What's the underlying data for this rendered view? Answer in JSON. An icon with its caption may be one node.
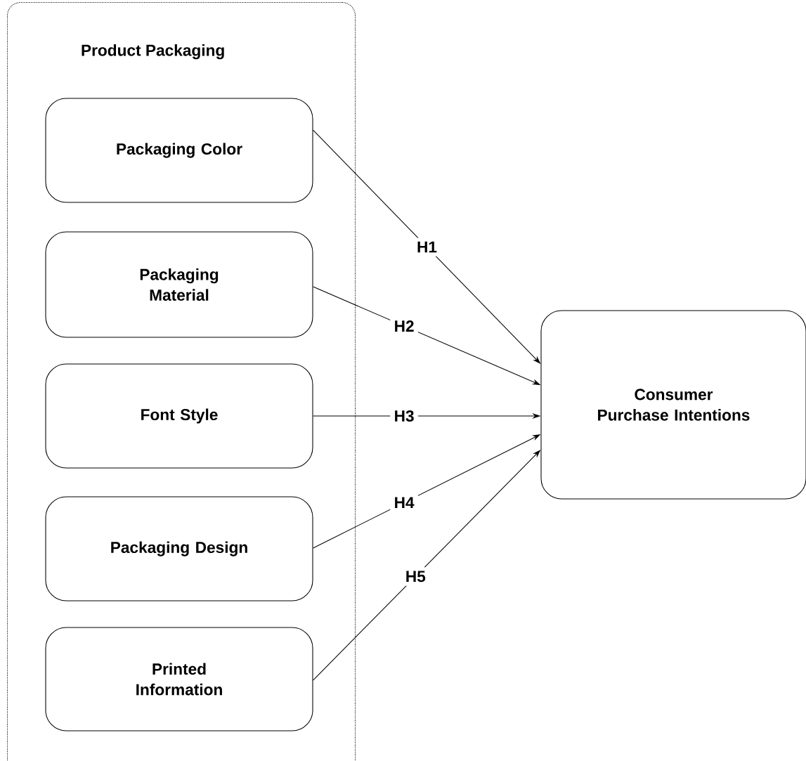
{
  "diagram": {
    "nodes": [
      {
        "text": [
          "Product Packaging"
        ]
      },
      {
        "text": [
          "Packaging Color"
        ],
        "in": 0
      },
      {
        "text": [
          "Packaging Material"
        ],
        "in": 0
      },
      {
        "text": [
          "Font Style"
        ],
        "in": 0
      },
      {
        "text": [
          "Packaging Design"
        ],
        "in": 0
      },
      {
        "text": [
          "Printed Information"
        ],
        "in": 0
      },
      {
        "text": [
          "Consumer Purchase Intentions"
        ]
      }
    ],
    "edges": [
      {
        "from": 1,
        "to": 6,
        "arrow": "to",
        "label": "H1"
      },
      {
        "from": 2,
        "to": 6,
        "arrow": "to",
        "label": "H2"
      },
      {
        "from": 3,
        "to": 6,
        "arrow": "to",
        "label": "H3"
      },
      {
        "from": 4,
        "to": 6,
        "arrow": "to",
        "label": "H4"
      },
      {
        "from": 5,
        "to": 6,
        "arrow": "to",
        "label": "H5"
      }
    ]
  }
}
